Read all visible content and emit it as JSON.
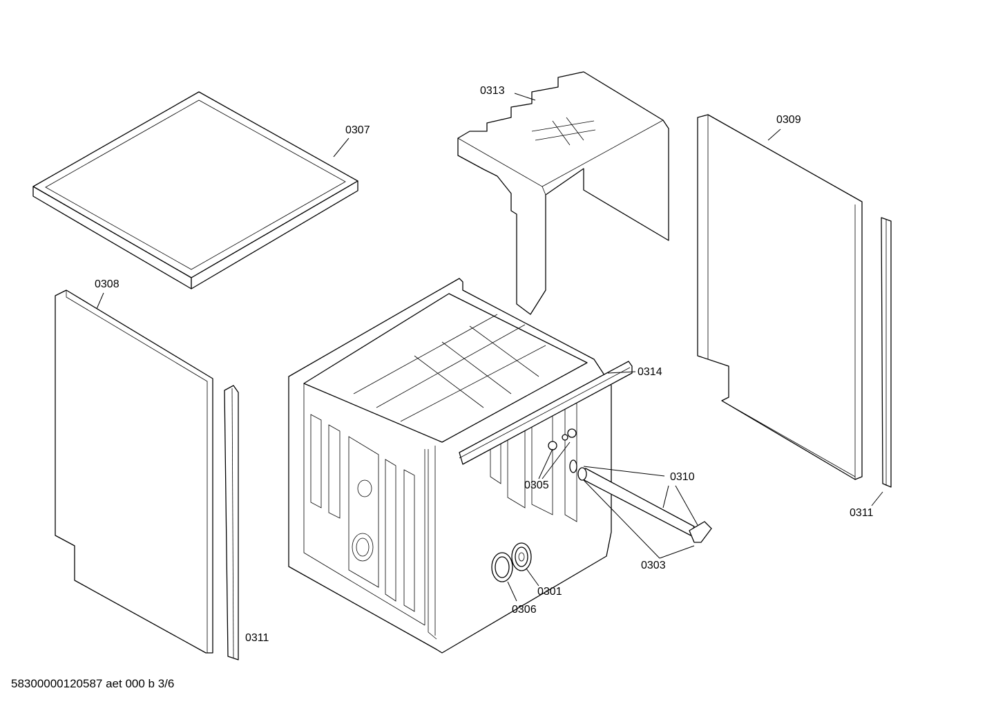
{
  "labels": {
    "p0301": "0301",
    "p0303": "0303",
    "p0305": "0305",
    "p0306": "0306",
    "p0307": "0307",
    "p0308": "0308",
    "p0309": "0309",
    "p0310": "0310",
    "p0311_left": "0311",
    "p0311_right": "0311",
    "p0313": "0313",
    "p0314": "0314"
  },
  "footer": {
    "doc_ref": "58300000120587 aet 000 b 3/6"
  }
}
